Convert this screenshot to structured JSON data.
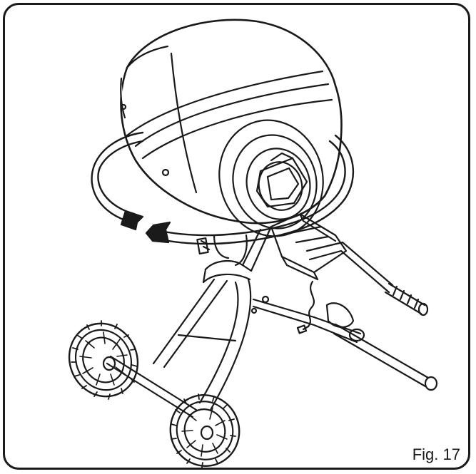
{
  "figure": {
    "label": "Fig. 17",
    "rotation_direction": "counter-clockwise",
    "colors": {
      "line": "#1a1a1a",
      "background": "#ffffff"
    },
    "icons": [
      "cement-mixer-illustration",
      "rotation-arrow-icon"
    ]
  }
}
